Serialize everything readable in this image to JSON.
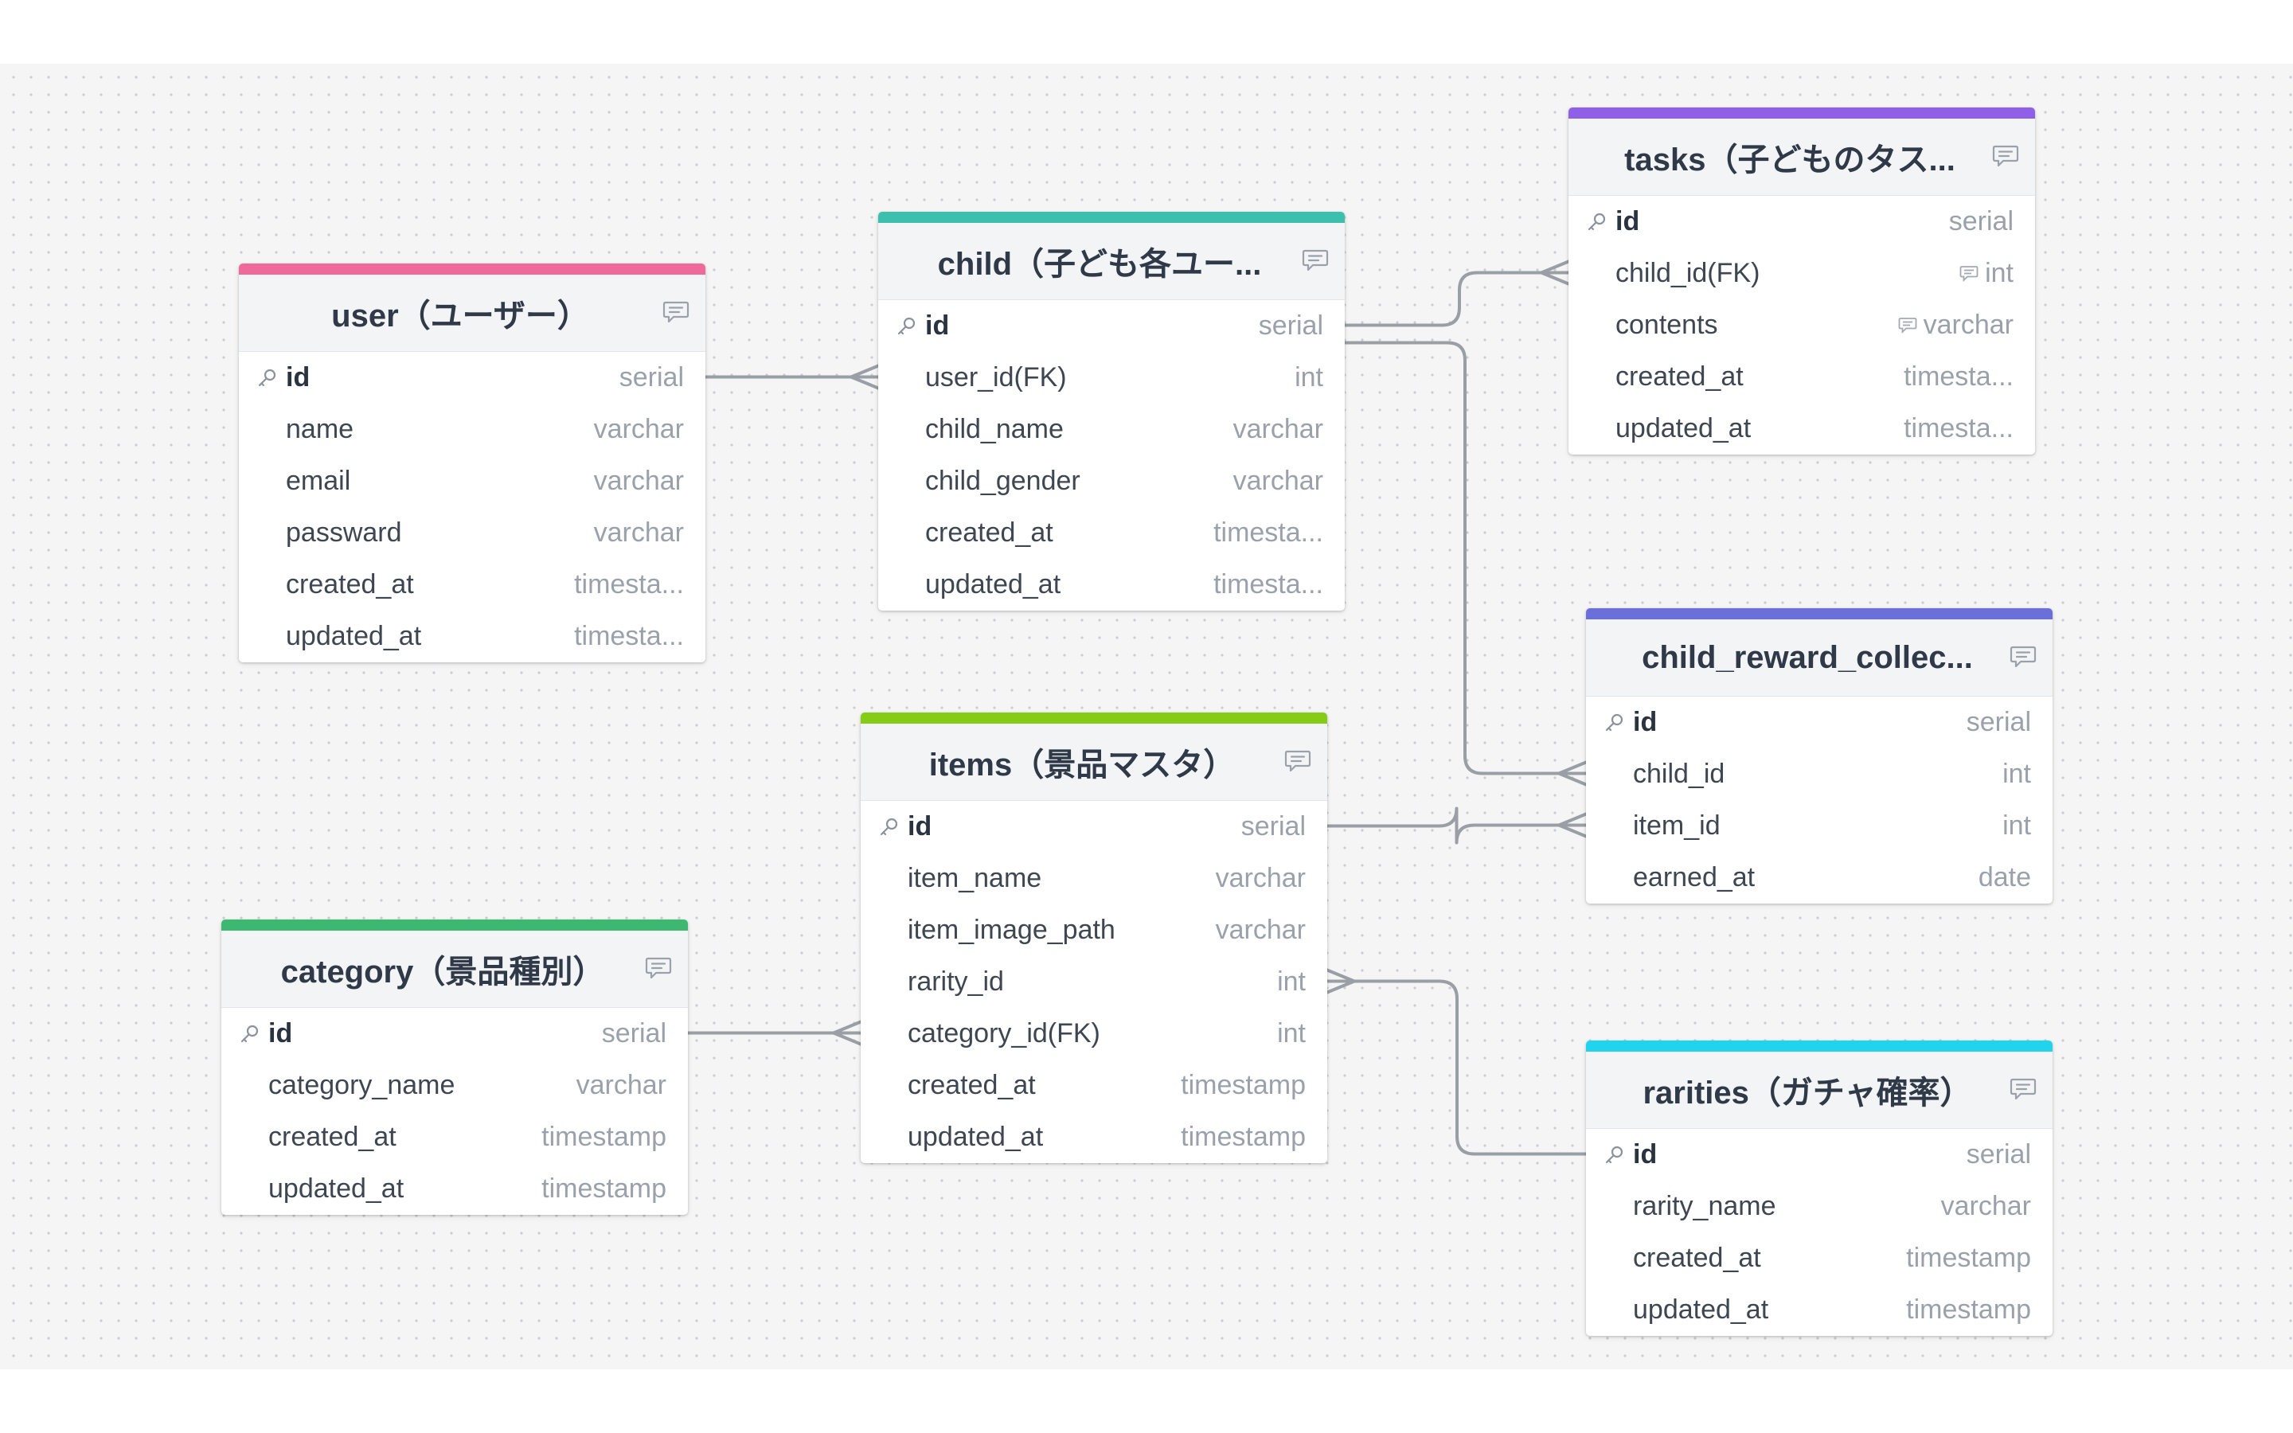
{
  "colors": {
    "user": "#f06a99",
    "child": "#3dbfae",
    "tasks": "#8f5fe8",
    "items": "#84cc16",
    "category": "#3cb870",
    "child_reward_collection": "#6b70d9",
    "rarities": "#22d3ee",
    "edge": "#9a9ea5"
  },
  "icons": {
    "key": "key-icon",
    "comment": "comment-icon"
  },
  "tables": {
    "user": {
      "title": "user（ユーザー）",
      "fields": [
        {
          "name": "id",
          "type": "serial",
          "pk": true
        },
        {
          "name": "name",
          "type": "varchar"
        },
        {
          "name": "email",
          "type": "varchar"
        },
        {
          "name": "passward",
          "type": "varchar"
        },
        {
          "name": "created_at",
          "type": "timesta..."
        },
        {
          "name": "updated_at",
          "type": "timesta..."
        }
      ]
    },
    "child": {
      "title": "child（子ども各ユー...",
      "fields": [
        {
          "name": "id",
          "type": "serial",
          "pk": true
        },
        {
          "name": "user_id(FK)",
          "type": "int"
        },
        {
          "name": "child_name",
          "type": "varchar"
        },
        {
          "name": "child_gender",
          "type": "varchar"
        },
        {
          "name": "created_at",
          "type": "timesta..."
        },
        {
          "name": "updated_at",
          "type": "timesta..."
        }
      ]
    },
    "tasks": {
      "title": "tasks（子どものタス...",
      "fields": [
        {
          "name": "id",
          "type": "serial",
          "pk": true
        },
        {
          "name": "child_id(FK)",
          "type": "int",
          "note": true
        },
        {
          "name": "contents",
          "type": "varchar",
          "note": true
        },
        {
          "name": "created_at",
          "type": "timesta..."
        },
        {
          "name": "updated_at",
          "type": "timesta..."
        }
      ]
    },
    "child_reward_collection": {
      "title": "child_reward_collec...",
      "fields": [
        {
          "name": "id",
          "type": "serial",
          "pk": true
        },
        {
          "name": "child_id",
          "type": "int"
        },
        {
          "name": "item_id",
          "type": "int"
        },
        {
          "name": "earned_at",
          "type": "date"
        }
      ]
    },
    "items": {
      "title": "items（景品マスタ）",
      "fields": [
        {
          "name": "id",
          "type": "serial",
          "pk": true
        },
        {
          "name": "item_name",
          "type": "varchar"
        },
        {
          "name": "item_image_path",
          "type": "varchar"
        },
        {
          "name": "rarity_id",
          "type": "int"
        },
        {
          "name": "category_id(FK)",
          "type": "int"
        },
        {
          "name": "created_at",
          "type": "timestamp"
        },
        {
          "name": "updated_at",
          "type": "timestamp"
        }
      ]
    },
    "category": {
      "title": "category（景品種別）",
      "fields": [
        {
          "name": "id",
          "type": "serial",
          "pk": true
        },
        {
          "name": "category_name",
          "type": "varchar"
        },
        {
          "name": "created_at",
          "type": "timestamp"
        },
        {
          "name": "updated_at",
          "type": "timestamp"
        }
      ]
    },
    "rarities": {
      "title": "rarities（ガチャ確率）",
      "fields": [
        {
          "name": "id",
          "type": "serial",
          "pk": true
        },
        {
          "name": "rarity_name",
          "type": "varchar"
        },
        {
          "name": "created_at",
          "type": "timestamp"
        },
        {
          "name": "updated_at",
          "type": "timestamp"
        }
      ]
    }
  },
  "relations": [
    {
      "from": "user.id",
      "to": "child.user_id(FK)",
      "cardinality": "one-to-many"
    },
    {
      "from": "child.id",
      "to": "tasks.child_id(FK)",
      "cardinality": "one-to-many"
    },
    {
      "from": "child.id",
      "to": "child_reward_collection.child_id",
      "cardinality": "one-to-many"
    },
    {
      "from": "items.id",
      "to": "child_reward_collection.item_id",
      "cardinality": "one-to-many"
    },
    {
      "from": "category.id",
      "to": "items.category_id(FK)",
      "cardinality": "one-to-many"
    },
    {
      "from": "rarities.id",
      "to": "items.rarity_id",
      "cardinality": "one-to-many"
    }
  ]
}
